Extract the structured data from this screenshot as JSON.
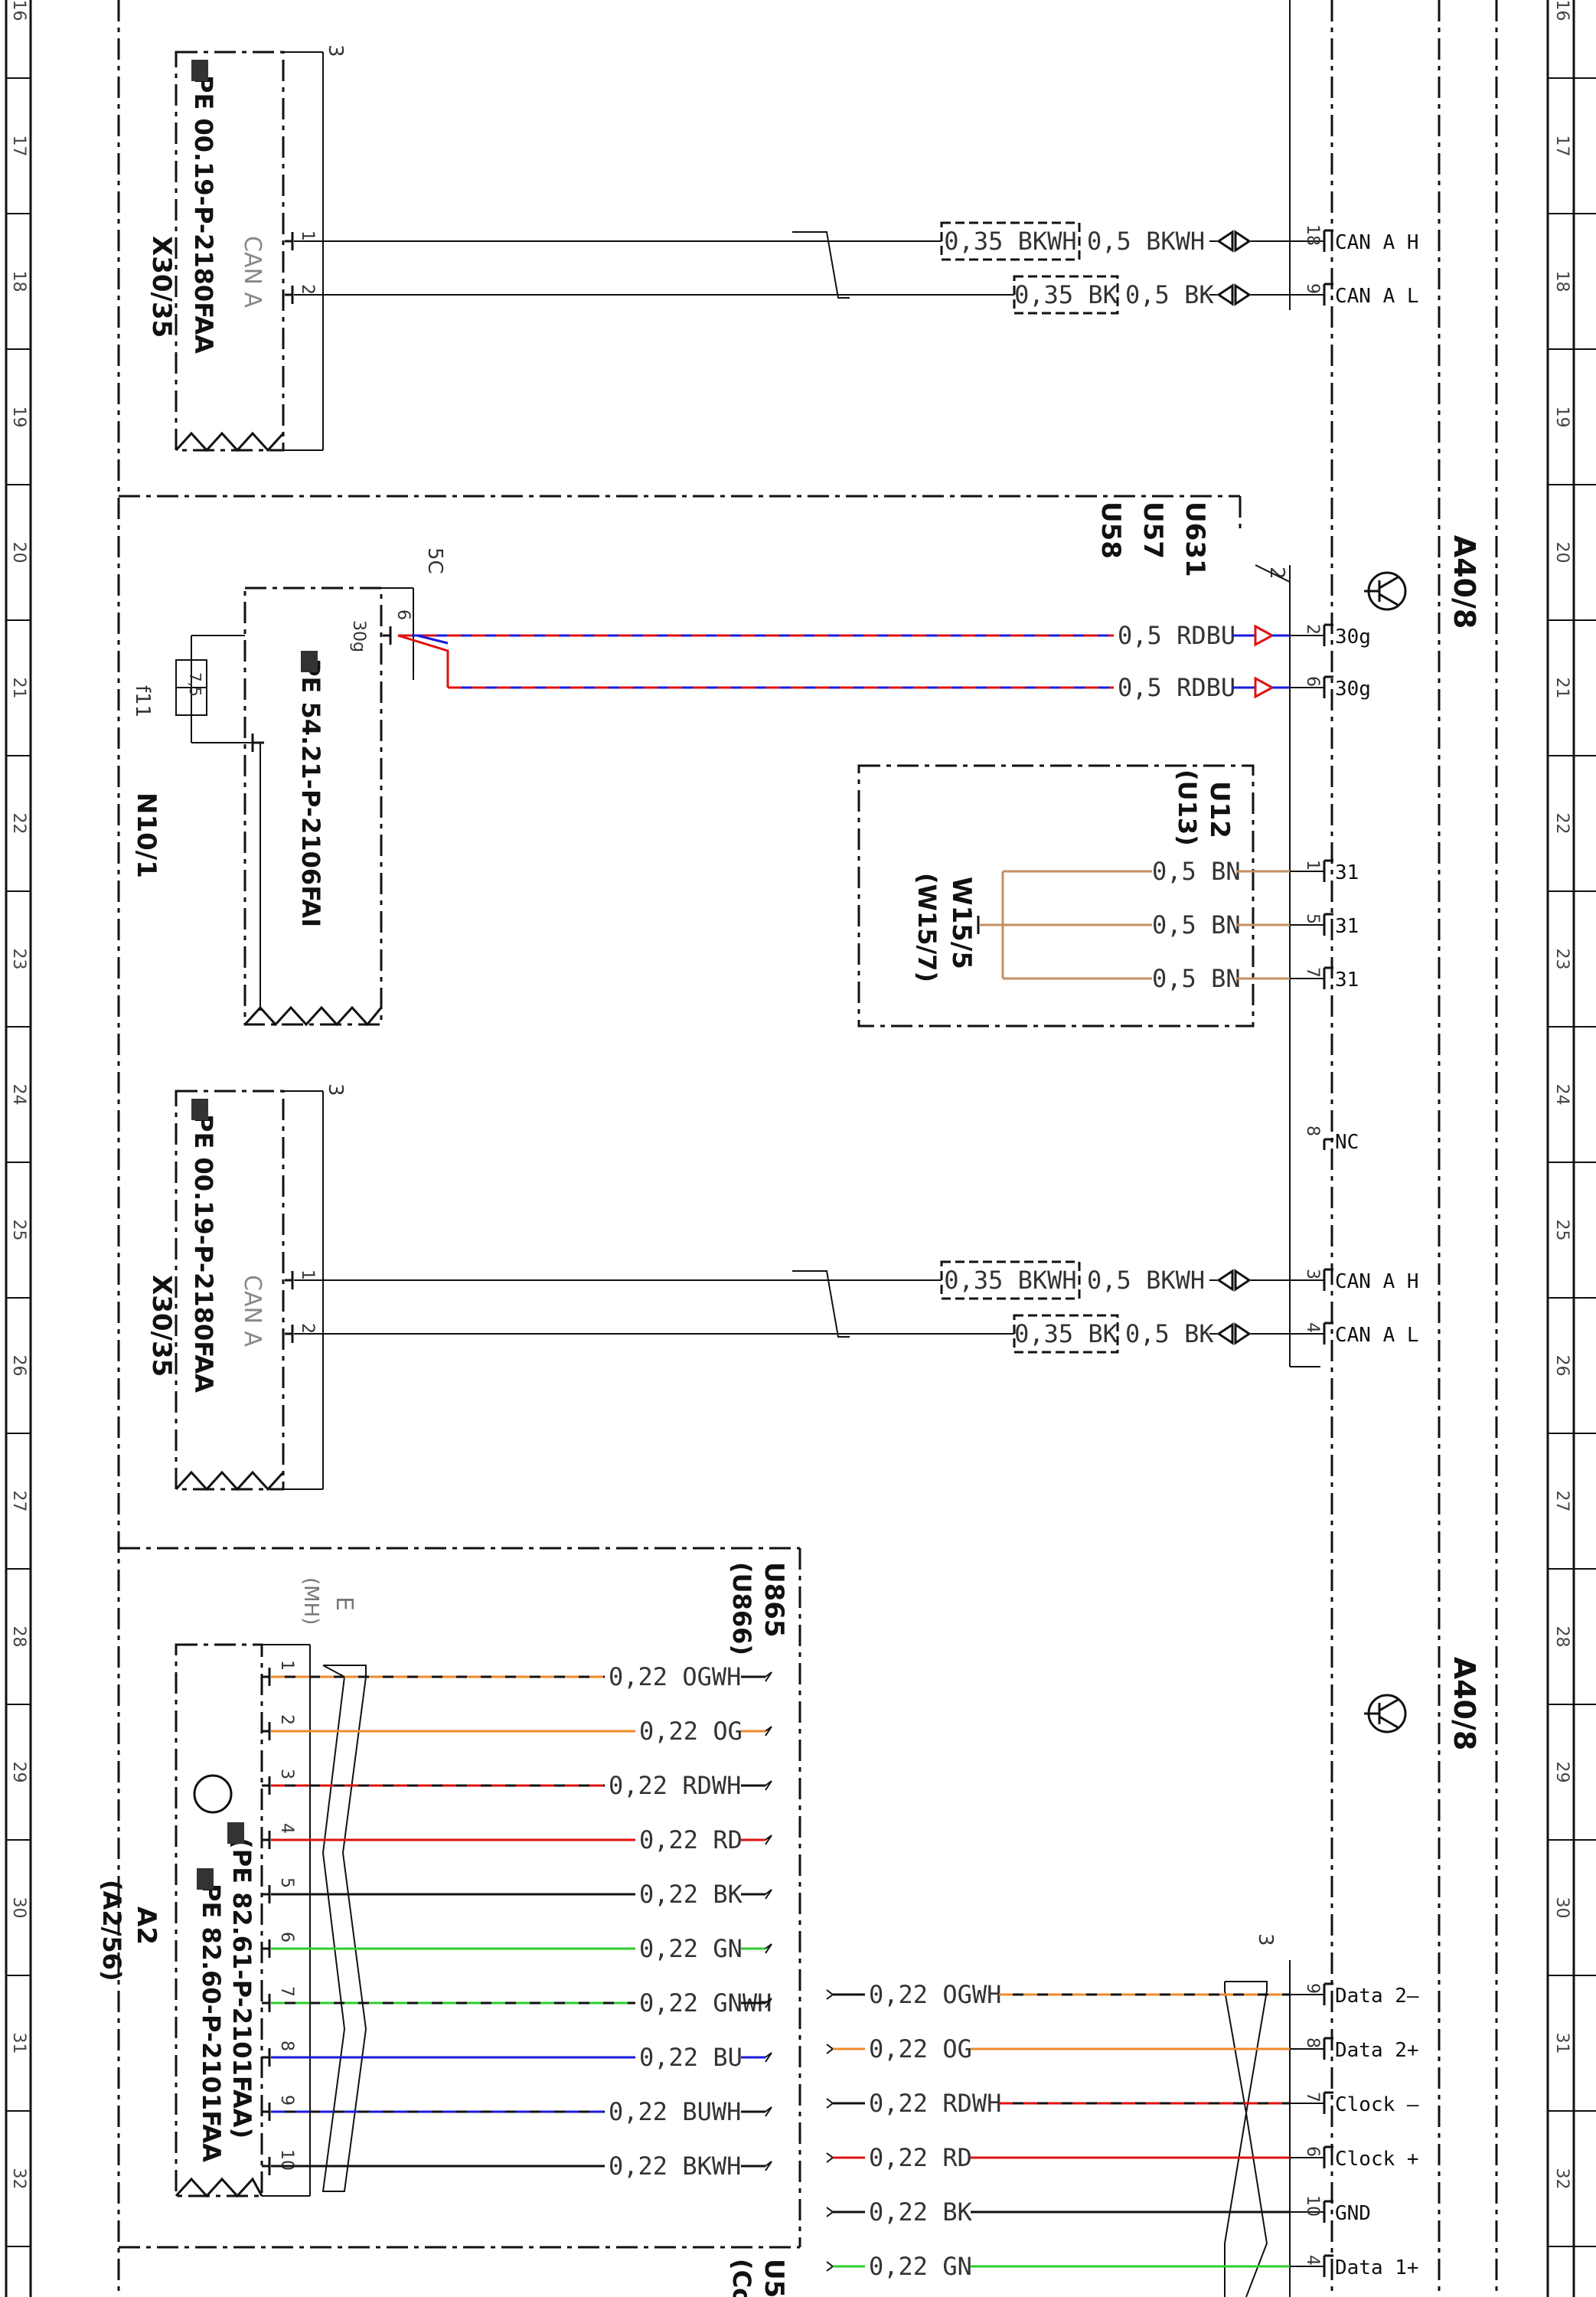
{
  "grid": {
    "rows": [
      "16",
      "17",
      "18",
      "19",
      "20",
      "21",
      "22",
      "23",
      "24",
      "25",
      "26",
      "27",
      "28",
      "29",
      "30",
      "31",
      "32"
    ]
  },
  "component_labels": {
    "a40_8_top": "A40/8",
    "a40_8_bottom": "A40/8"
  },
  "can_blocks": [
    {
      "connector_id": "X30/35",
      "pe_ref": "PE 00.19-P-2180FAA",
      "bus_label": "CAN A",
      "pin_count": "3",
      "pins": [
        {
          "pin": "1",
          "splice_wire": "0,35 BKWH",
          "wire": "0,5 BKWH",
          "end_pin": "18",
          "end_label": "CAN A H"
        },
        {
          "pin": "2",
          "splice_wire": "0,35 BK",
          "wire": "0,5 BK",
          "end_pin": "9",
          "end_label": "CAN A L"
        }
      ]
    },
    {
      "connector_id": "X30/35",
      "pe_ref": "PE 00.19-P-2180FAA",
      "bus_label": "CAN A",
      "pin_count": "3",
      "pins": [
        {
          "pin": "1",
          "splice_wire": "0,35 BKWH",
          "wire": "0,5 BKWH",
          "end_pin": "3",
          "end_label": "CAN A H"
        },
        {
          "pin": "2",
          "splice_wire": "0,35 BK",
          "wire": "0,5 BK",
          "end_pin": "4",
          "end_label": "CAN A L"
        }
      ]
    }
  ],
  "fuse_block": {
    "id": "N10/1",
    "pe_ref": "PE 54.21-P-2106FAI",
    "fuse": "f11",
    "fuse_rating": "7,5",
    "terminal": "30g",
    "pin": "6",
    "connector_count": "5C",
    "u_codes": [
      "U631",
      "U57",
      "U58"
    ],
    "a40_connector_count": "2",
    "wires": [
      {
        "wire": "0,5 RDBU",
        "end_pin": "2",
        "end_label": "30g"
      },
      {
        "wire": "0,5 RDBU",
        "end_pin": "6",
        "end_label": "30g"
      }
    ]
  },
  "ground_block": {
    "u_codes": [
      "U12",
      "(U13)"
    ],
    "ground_id": "W15/5",
    "ground_alt": "(W15/7)",
    "wires": [
      {
        "wire": "0,5 BN",
        "end_pin": "1",
        "end_label": "31"
      },
      {
        "wire": "0,5 BN",
        "end_pin": "5",
        "end_label": "31"
      },
      {
        "wire": "0,5 BN",
        "end_pin": "7",
        "end_label": "31"
      }
    ]
  },
  "nc_pin": {
    "pin": "8",
    "label": "NC"
  },
  "a2_block": {
    "id": "A2",
    "id_alt": "(A2/56)",
    "pe_ref_1": "PE 82.60-P-2101FAA",
    "pe_ref_2": "(PE 82.61-P-2101FAA)",
    "u_codes": [
      "U865",
      "(U866)"
    ],
    "shield_label": "E",
    "shield_sub": "(MH)",
    "wires": [
      {
        "pin": "1",
        "wire": "0,22 OGWH"
      },
      {
        "pin": "2",
        "wire": "0,22 OG"
      },
      {
        "pin": "3",
        "wire": "0,22 RDWH"
      },
      {
        "pin": "4",
        "wire": "0,22 RD"
      },
      {
        "pin": "5",
        "wire": "0,22 BK"
      },
      {
        "pin": "6",
        "wire": "0,22 GN"
      },
      {
        "pin": "7",
        "wire": "0,22 GNWH"
      },
      {
        "pin": "8",
        "wire": "0,22 BU"
      },
      {
        "pin": "9",
        "wire": "0,22 BUWH"
      },
      {
        "pin": "10",
        "wire": "0,22 BKWH"
      }
    ]
  },
  "data_block": {
    "u_codes": [
      "U5",
      "(Co"
    ],
    "connector_count": "3",
    "wires": [
      {
        "wire": "0,22 OGWH",
        "end_pin": "9",
        "end_label": "Data 2–"
      },
      {
        "wire": "0,22 OG",
        "end_pin": "8",
        "end_label": "Data 2+"
      },
      {
        "wire": "0,22 RDWH",
        "end_pin": "7",
        "end_label": "Clock –"
      },
      {
        "wire": "0,22 RD",
        "end_pin": "6",
        "end_label": "Clock +"
      },
      {
        "wire": "0,22 BK",
        "end_pin": "10",
        "end_label": "GND"
      },
      {
        "wire": "0,22 GN",
        "end_pin": "4",
        "end_label": "Data 1+"
      }
    ]
  },
  "colors": {
    "line": "#111111",
    "red": "#e01010",
    "blue": "#1a1adc",
    "orange": "#ee8a2a",
    "brown": "#c49060",
    "green": "#2ecc2e",
    "grey": "#777777"
  }
}
